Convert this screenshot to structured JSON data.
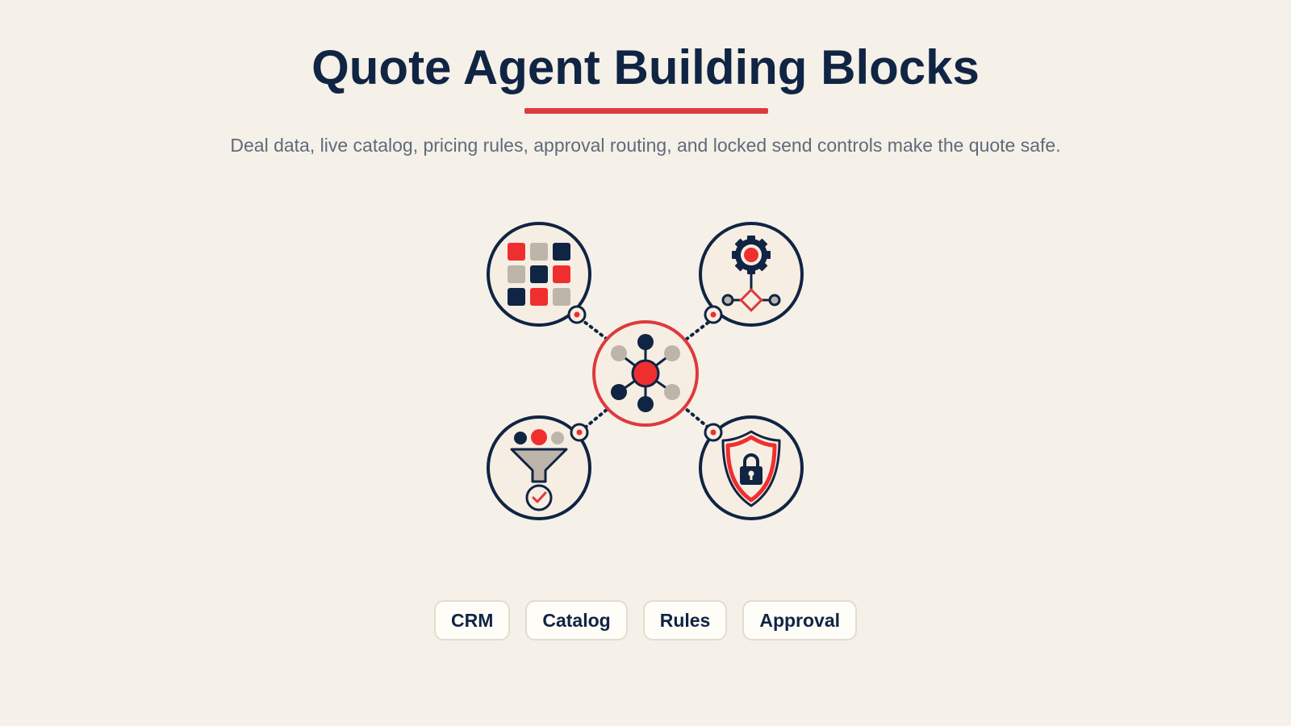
{
  "header": {
    "title": "Quote Agent Building Blocks",
    "subtitle": "Deal data, live catalog, pricing rules, approval routing, and locked send controls make the quote safe."
  },
  "diagram": {
    "hub": {
      "icon": "network-hub-icon"
    },
    "nodes": [
      {
        "position": "top-left",
        "icon": "catalog-grid-icon"
      },
      {
        "position": "top-right",
        "icon": "gear-rules-icon"
      },
      {
        "position": "bottom-left",
        "icon": "filter-funnel-check-icon"
      },
      {
        "position": "bottom-right",
        "icon": "shield-lock-icon"
      }
    ]
  },
  "chips": [
    "CRM",
    "Catalog",
    "Rules",
    "Approval"
  ],
  "colors": {
    "navy": "#102443",
    "red": "#dd3a3e",
    "bright_red": "#ef2f2f",
    "gray": "#bdb4aa",
    "background": "#f5f0e8",
    "circle_fill": "#f6eee2"
  }
}
